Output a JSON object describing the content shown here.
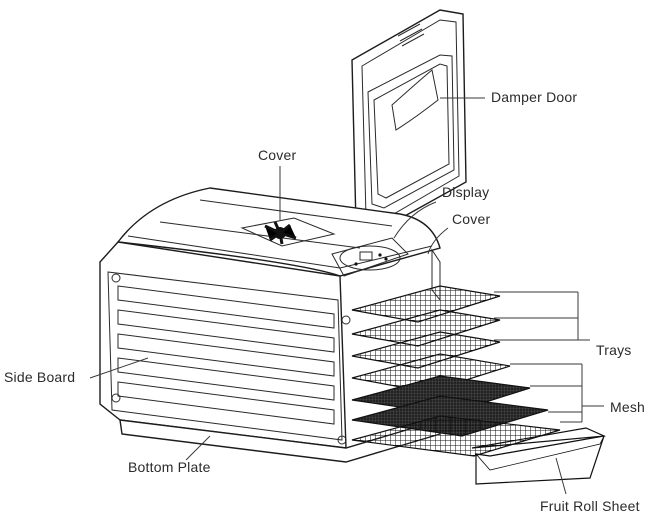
{
  "labels": {
    "damper_door": "Damper Door",
    "cover_top": "Cover",
    "display": "Display",
    "cover_display": "Cover",
    "trays": "Trays",
    "mesh": "Mesh",
    "side_board": "Side Board",
    "bottom_plate": "Bottom Plate",
    "fruit_roll_sheet": "Fruit Roll Sheet"
  }
}
